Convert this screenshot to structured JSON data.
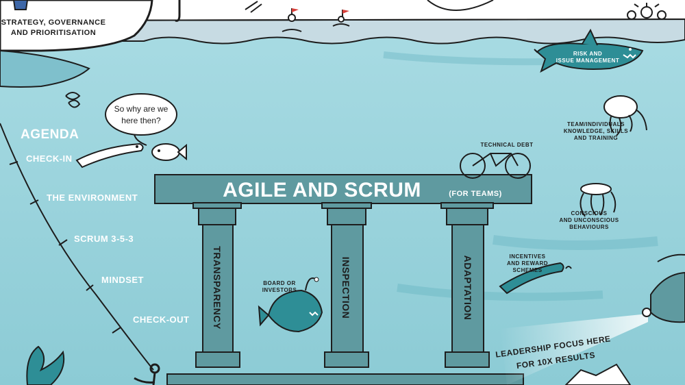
{
  "boat": {
    "label_line1": "STRATEGY, GOVERNANCE",
    "label_line2": "AND PRIORITISATION"
  },
  "shark": {
    "label_line1": "RISK AND",
    "label_line2": "ISSUE MANAGEMENT"
  },
  "speech_bubble": {
    "line1": "So why are we",
    "line2": "here then?"
  },
  "agenda": {
    "title": "AGENDA",
    "items": [
      "CHECK-IN",
      "THE ENVIRONMENT",
      "SCRUM 3-5-3",
      "MINDSET",
      "CHECK-OUT"
    ]
  },
  "temple": {
    "title": "AGILE AND SCRUM",
    "subtitle": "(FOR TEAMS)",
    "pillars": [
      "TRANSPARENCY",
      "INSPECTION",
      "ADAPTATION"
    ]
  },
  "technical_debt": {
    "label": "TECHNICAL DEBT"
  },
  "jellyfish_team": {
    "line1": "TEAM/INDIVIDUALS",
    "line2": "KNOWLEDGE, SKILLS",
    "line3": "AND TRAINING"
  },
  "jellyfish_behaviours": {
    "line1": "CONSCIOUS",
    "line2": "AND UNCONSCIOUS",
    "line3": "BEHAVIOURS"
  },
  "eel_incentives": {
    "line1": "INCENTIVES",
    "line2": "AND REWARD",
    "line3": "SCHEMES"
  },
  "anglerfish": {
    "line1": "BOARD OR",
    "line2": "INVESTORS"
  },
  "leadership": {
    "line1": "LEADERSHIP FOCUS HERE",
    "line2": "FOR 10X RESULTS"
  },
  "colors": {
    "sky": "#ffffff",
    "sea_surface": "#c9dde5",
    "sea": "#9fd6df",
    "deep": "#7fc3cf",
    "teal": "#2e8e96",
    "pillar": "#5f9aa0",
    "ink": "#1d1d1d"
  }
}
